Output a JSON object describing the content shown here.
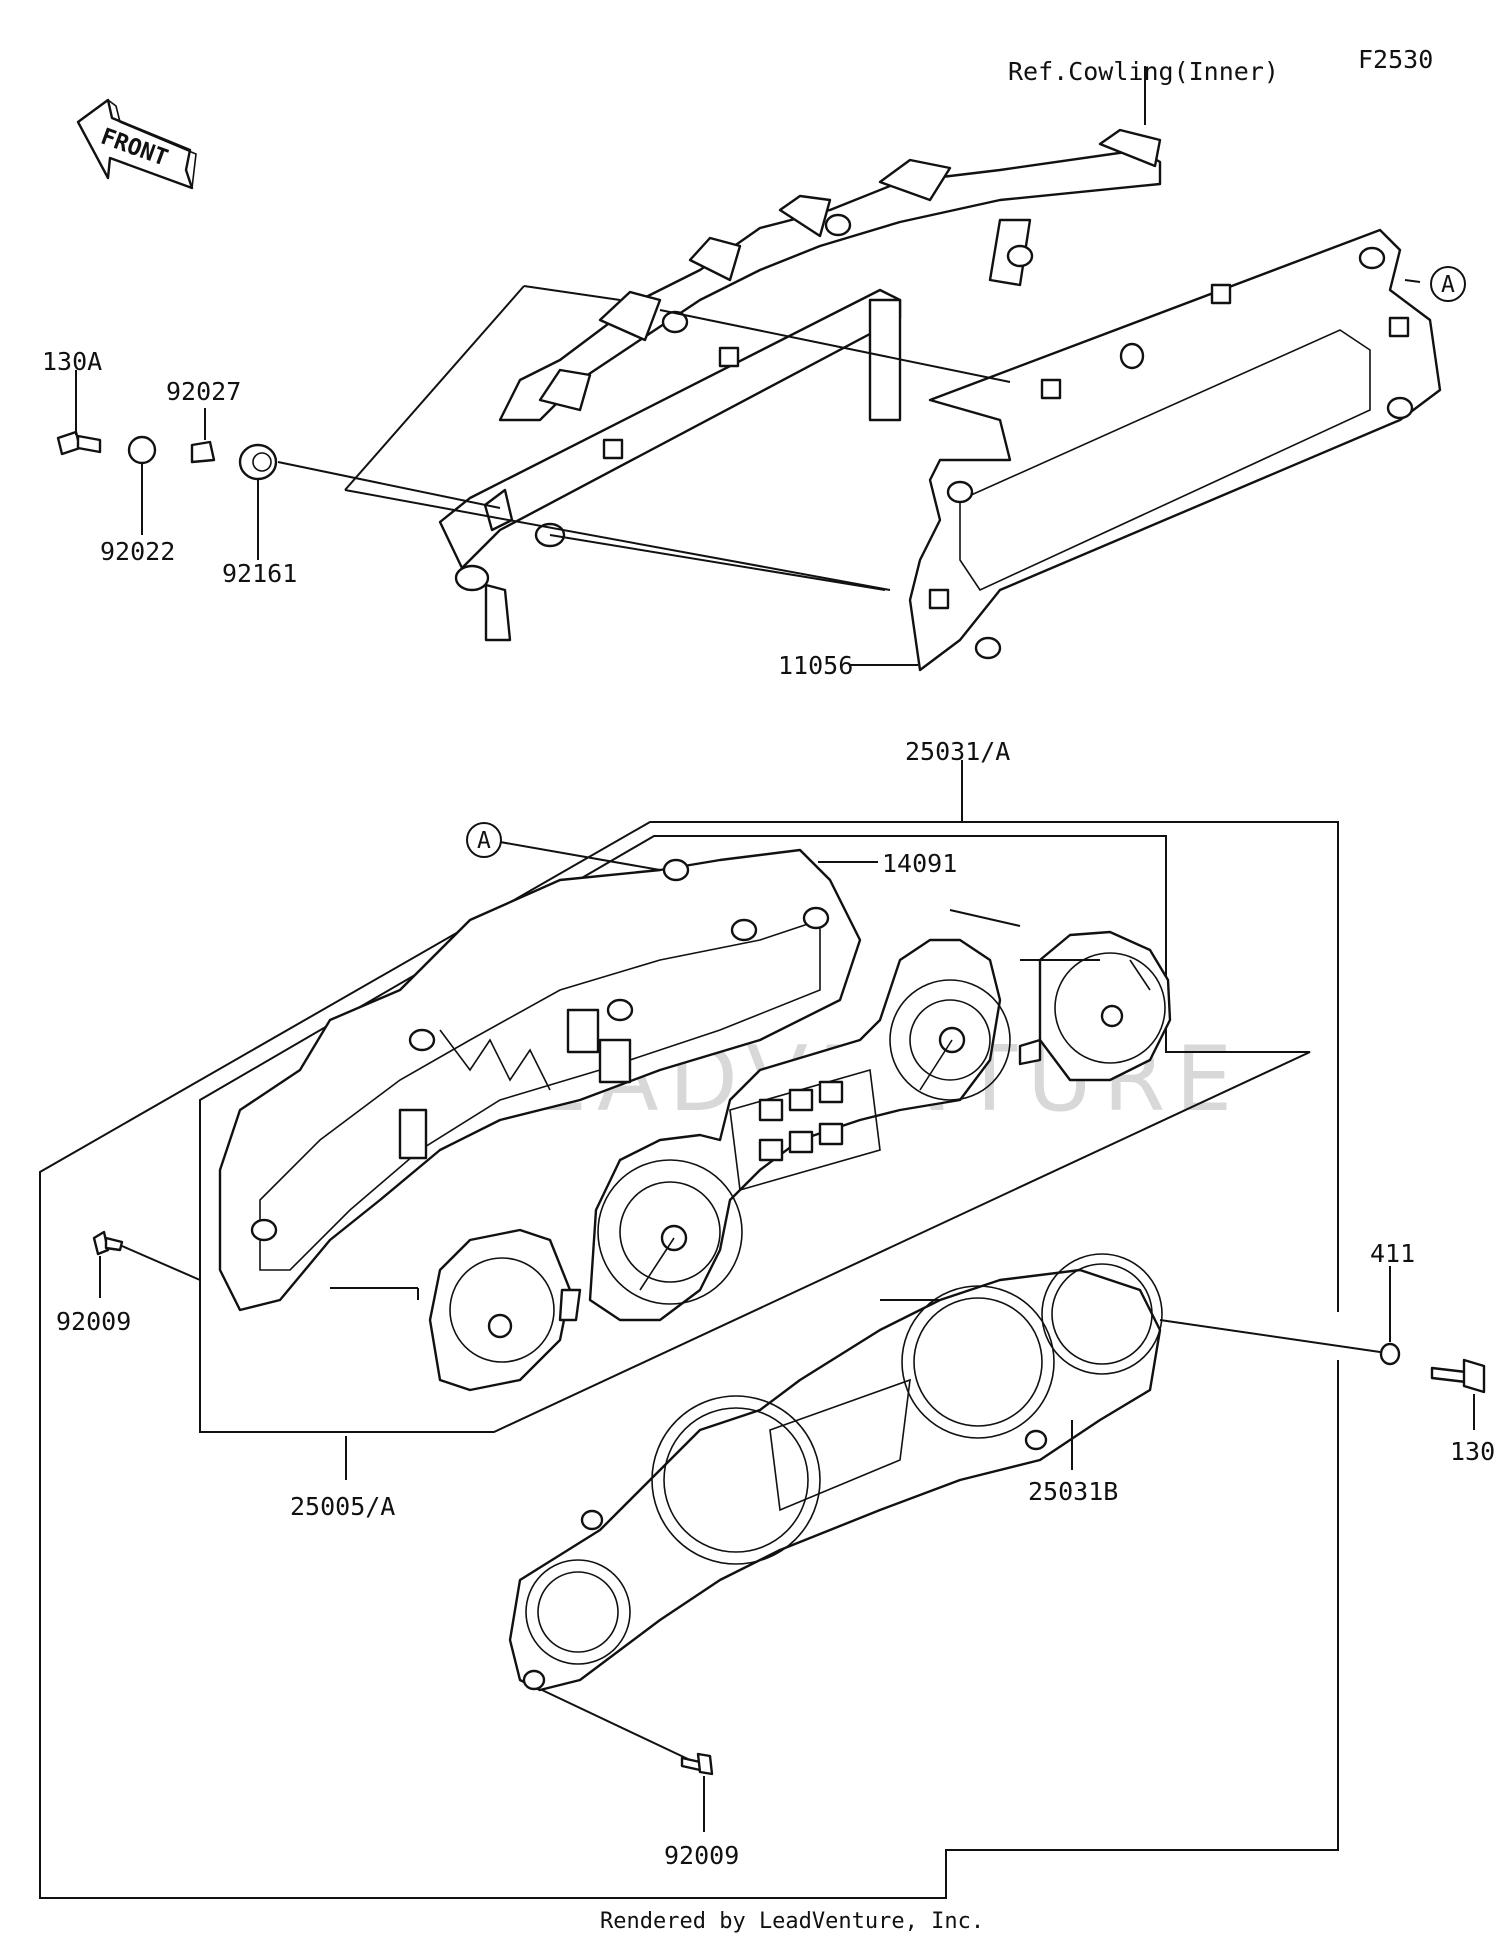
{
  "figure_code": "F2530",
  "direction_arrow": "FRONT",
  "footer": "Rendered by LeadVenture, Inc.",
  "watermark": "LEADVENTURE",
  "callouts": {
    "ref_cowling": "Ref.Cowling(Inner)",
    "p11056": "11056",
    "p130a": "130A",
    "p92027": "92027",
    "p92022": "92022",
    "p92161": "92161",
    "p25031a": "25031/A",
    "p14091": "14091",
    "p92009_left": "92009",
    "p411": "411",
    "p130": "130",
    "p25031b": "25031B",
    "p25005a": "25005/A",
    "p92009_bottom": "92009",
    "ref_a_top": "A",
    "ref_a_mid": "A"
  }
}
